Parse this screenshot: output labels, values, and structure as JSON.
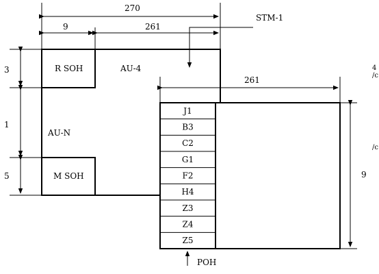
{
  "labels": {
    "stm": "STM-1",
    "au4": "AU-4",
    "aun": "AU-N",
    "rsoh": "R SOH",
    "msoh": "M SOH",
    "poh": "POH"
  },
  "dimensions": {
    "total_width": "270",
    "soh_width": "9",
    "payload_width": "261",
    "container_width": "261",
    "container_height": "9",
    "rsoh_rows": "3",
    "au_rows": "1",
    "msoh_rows": "5"
  },
  "poh_bytes": [
    "J1",
    "B3",
    "C2",
    "G1",
    "F2",
    "H4",
    "Z3",
    "Z4",
    "Z5"
  ],
  "edge_marks": [
    "4",
    "/c",
    "/c"
  ]
}
